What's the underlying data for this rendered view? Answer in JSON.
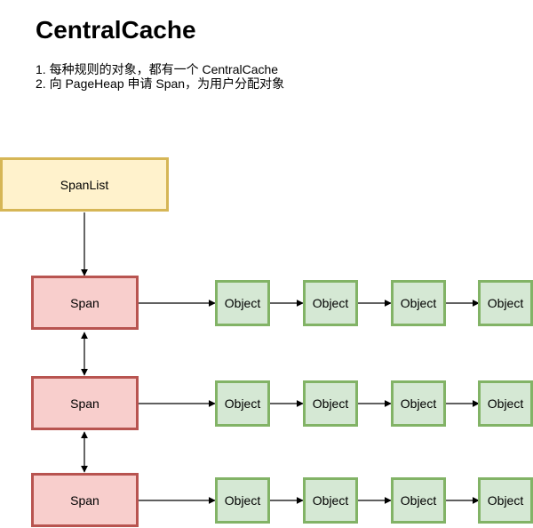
{
  "title": "CentralCache",
  "notes": [
    "1. 每种规则的对象，都有一个 CentralCache",
    "2. 向 PageHeap 申请 Span，为用户分配对象"
  ],
  "diagram": {
    "spanlist_label": "SpanList",
    "rows": [
      {
        "span_label": "Span",
        "objects": [
          "Object",
          "Object",
          "Object",
          "Object"
        ]
      },
      {
        "span_label": "Span",
        "objects": [
          "Object",
          "Object",
          "Object",
          "Object"
        ]
      },
      {
        "span_label": "Span",
        "objects": [
          "Object",
          "Object",
          "Object",
          "Object"
        ]
      }
    ],
    "colors": {
      "spanlist_fill": "#fff2cc",
      "spanlist_border": "#d6b656",
      "span_fill": "#f8cecc",
      "span_border": "#b85450",
      "object_fill": "#d5e8d4",
      "object_border": "#82b366"
    }
  }
}
